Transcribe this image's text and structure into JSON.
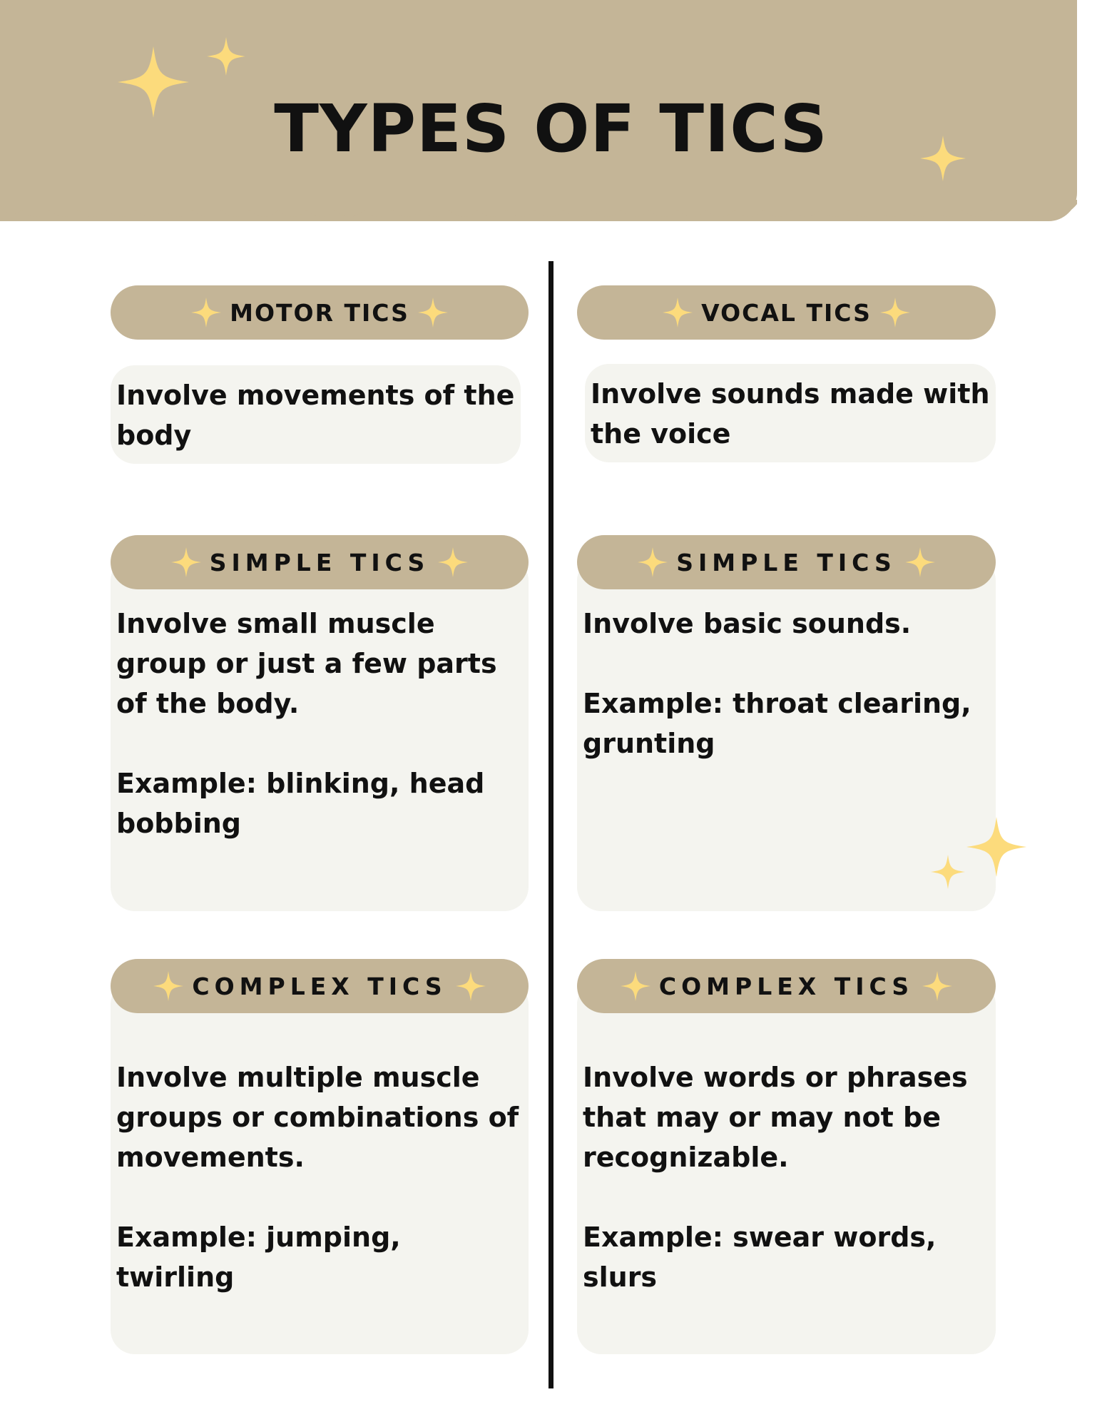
{
  "title": "TYPES OF TICS",
  "accent_color": "#c4b597",
  "star_color": "#fcdb7c",
  "card_color": "#f4f4ef",
  "columns": {
    "motor": {
      "header": "MOTOR TICS",
      "intro": "Involve movements of the body",
      "simple": {
        "header": "SIMPLE TICS",
        "text": "Involve small muscle group or just a few parts of the body.\n\nExample: blinking, head bobbing"
      },
      "complex": {
        "header": "COMPLEX TICS",
        "text": "Involve multiple muscle groups or combinations of movements.\n\nExample: jumping, twirling"
      }
    },
    "vocal": {
      "header": "VOCAL TICS",
      "intro": "Involve sounds made with the voice",
      "simple": {
        "header": "SIMPLE TICS",
        "text": "Involve basic sounds.\n\nExample: throat clearing, grunting"
      },
      "complex": {
        "header": "COMPLEX TICS",
        "text": "Involve words or phrases that may or may not be recognizable.\n\nExample: swear words, slurs"
      }
    }
  }
}
